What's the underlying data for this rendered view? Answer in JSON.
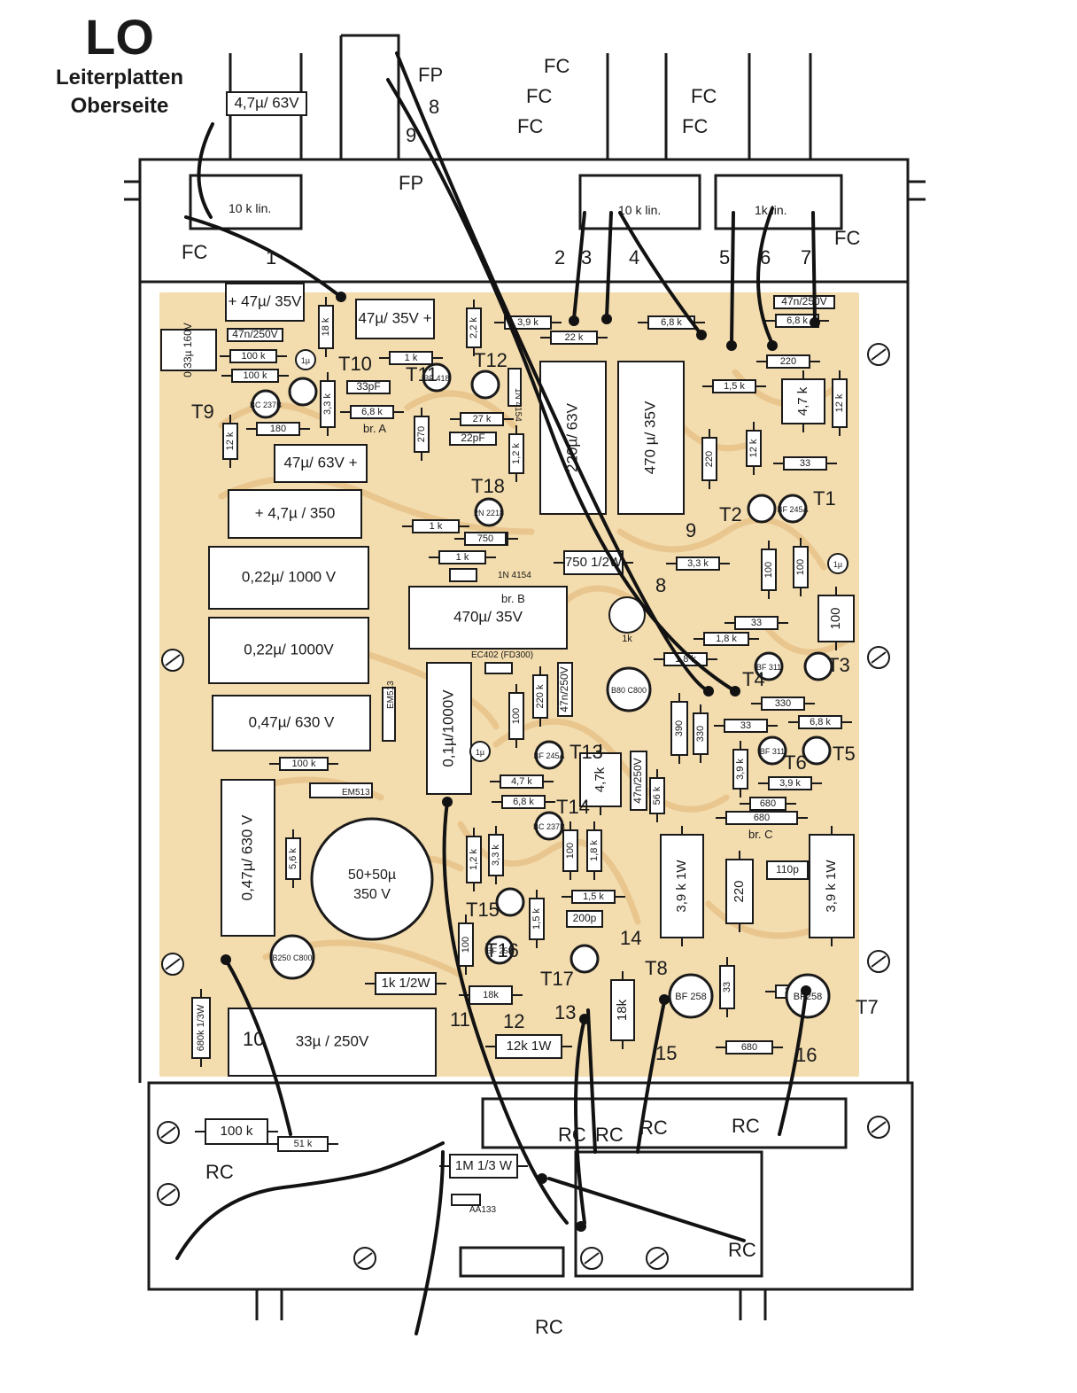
{
  "header": {
    "title": "LO",
    "line1": "Leiterplatten",
    "line2": "Oberseite"
  },
  "colors": {
    "board": "#f3dcae",
    "trace": "#e9c68e",
    "ink": "#1a1a1a",
    "wire": "#121212",
    "paper": "#ffffff"
  },
  "pots": [
    {
      "label": "10 k lin."
    },
    {
      "label": "10 k lin."
    },
    {
      "label": "1k  lin."
    }
  ],
  "resistors": [
    {
      "label": "18 k"
    },
    {
      "label": "2,2 k"
    },
    {
      "label": "3,9 k"
    },
    {
      "label": "22 k"
    },
    {
      "label": "6,8 k"
    },
    {
      "label": "6,8 k"
    },
    {
      "label": "220"
    },
    {
      "label": "100 k"
    },
    {
      "label": "100 k"
    },
    {
      "label": "1 k"
    },
    {
      "label": "3,3 k"
    },
    {
      "label": "6,8 k"
    },
    {
      "label": "180"
    },
    {
      "label": "12 k"
    },
    {
      "label": "27 k"
    },
    {
      "label": "270"
    },
    {
      "label": "1,2 k"
    },
    {
      "label": "1,5 k"
    },
    {
      "label": "4,7 k"
    },
    {
      "label": "12 k"
    },
    {
      "label": "12 k"
    },
    {
      "label": "33"
    },
    {
      "label": "220"
    },
    {
      "label": "1 k"
    },
    {
      "label": "750"
    },
    {
      "label": "1 k"
    },
    {
      "label": "3,3 k"
    },
    {
      "label": "100"
    },
    {
      "label": "100"
    },
    {
      "label": "33"
    },
    {
      "label": "1,8 k"
    },
    {
      "label": "1,8 k"
    },
    {
      "label": "330"
    },
    {
      "label": "33"
    },
    {
      "label": "6,8 k"
    },
    {
      "label": "3,9 k"
    },
    {
      "label": "3,9 k"
    },
    {
      "label": "680"
    },
    {
      "label": "100 k"
    },
    {
      "label": "100"
    },
    {
      "label": "220 k"
    },
    {
      "label": "4,7 k"
    },
    {
      "label": "6,8 k"
    },
    {
      "label": "56 k"
    },
    {
      "label": "5,6 k"
    },
    {
      "label": "1,2 k"
    },
    {
      "label": "3,3 k"
    },
    {
      "label": "1,8 k"
    },
    {
      "label": "100"
    },
    {
      "label": "1,5 k"
    },
    {
      "label": "1,5 k"
    },
    {
      "label": "100"
    },
    {
      "label": "18k"
    },
    {
      "label": "18k"
    },
    {
      "label": "33"
    },
    {
      "label": "33"
    },
    {
      "label": "680"
    },
    {
      "label": "4,7k"
    },
    {
      "label": "100"
    },
    {
      "label": "220"
    },
    {
      "label": "390"
    },
    {
      "label": "330"
    },
    {
      "label": "680"
    },
    {
      "label": "1k 1/2W"
    },
    {
      "label": "12k   1W"
    },
    {
      "label": "680k 1/3W"
    },
    {
      "label": "100 k"
    },
    {
      "label": "51 k"
    },
    {
      "label": "1M 1/3 W"
    },
    {
      "label": "750"
    },
    {
      "label": "3,9 k   1W"
    },
    {
      "label": "3,9 k   1W"
    },
    {
      "label": "750  1/2W"
    }
  ],
  "capacitors": [
    {
      "label": "4,7µ/ 63V"
    },
    {
      "label": "+ 47µ/ 35V"
    },
    {
      "label": "47µ/ 35V +"
    },
    {
      "label": "47n/250V"
    },
    {
      "label": "47n/250V"
    },
    {
      "label": "33pF"
    },
    {
      "label": "22pF"
    },
    {
      "label": "47µ/ 63V  +"
    },
    {
      "label": "+ 4,7µ / 350"
    },
    {
      "label": "0,22µ/ 1000 V"
    },
    {
      "label": "0,22µ/ 1000V"
    },
    {
      "label": "0,47µ/ 630 V"
    },
    {
      "label": "470µ/ 35V"
    },
    {
      "label": "220µ/ 63V"
    },
    {
      "label": "470 µ/ 35V"
    },
    {
      "label": "0,1µ/1000V"
    },
    {
      "label": "0,47µ/ 630 V"
    },
    {
      "label": "50+50µ"
    },
    {
      "label": "350 V"
    },
    {
      "label": "33µ / 250V"
    },
    {
      "label": "0,33µ 160V"
    },
    {
      "label": "1µ"
    },
    {
      "label": "1µ"
    },
    {
      "label": "1µ"
    },
    {
      "label": "47n/250V"
    },
    {
      "label": "47n/250V"
    },
    {
      "label": "200p"
    },
    {
      "label": "110p"
    },
    {
      "label": "1k"
    }
  ],
  "transistors": [
    {
      "label": "T1",
      "type": "BF 245A"
    },
    {
      "label": "T2",
      "type": ""
    },
    {
      "label": "T3",
      "type": ""
    },
    {
      "label": "T4",
      "type": "BF 311"
    },
    {
      "label": "T5",
      "type": ""
    },
    {
      "label": "T6",
      "type": "BF 311"
    },
    {
      "label": "T7",
      "type": "BF258"
    },
    {
      "label": "T8",
      "type": "BF 258"
    },
    {
      "label": "T9",
      "type": "BC 237B"
    },
    {
      "label": "T10",
      "type": ""
    },
    {
      "label": "T11",
      "type": "BF 418"
    },
    {
      "label": "T12",
      "type": ""
    },
    {
      "label": "T13",
      "type": "BF 245A"
    },
    {
      "label": "T14",
      "type": "BC 237B"
    },
    {
      "label": "T15",
      "type": ""
    },
    {
      "label": "T16",
      "type": "BF 258"
    },
    {
      "label": "T17",
      "type": ""
    },
    {
      "label": "T18",
      "type": "2N 2218"
    }
  ],
  "diodes": [
    {
      "label": "1N 4154"
    },
    {
      "label": "1N 4154"
    },
    {
      "label": "EC402 (FD300)"
    },
    {
      "label": "EM513"
    },
    {
      "label": "EM513"
    },
    {
      "label": "AA133"
    }
  ],
  "rectifiers": [
    {
      "label": "B80 C800"
    },
    {
      "label": "B250 C800"
    }
  ],
  "markers": [
    "br. A",
    "br. B",
    "br. C",
    "FC",
    "FP",
    "RC"
  ],
  "wire_numbers": [
    "1",
    "2",
    "3",
    "4",
    "5",
    "6",
    "7",
    "8",
    "9",
    "10",
    "11",
    "12",
    "13",
    "14",
    "15",
    "16",
    "8",
    "9",
    "8",
    "9"
  ],
  "wire_tags": [
    "FP",
    "FP",
    "FC",
    "FC",
    "FC",
    "FC",
    "FC",
    "FC",
    "FC",
    "RC",
    "RC",
    "RC",
    "RC",
    "RC",
    "RC",
    "RC"
  ]
}
